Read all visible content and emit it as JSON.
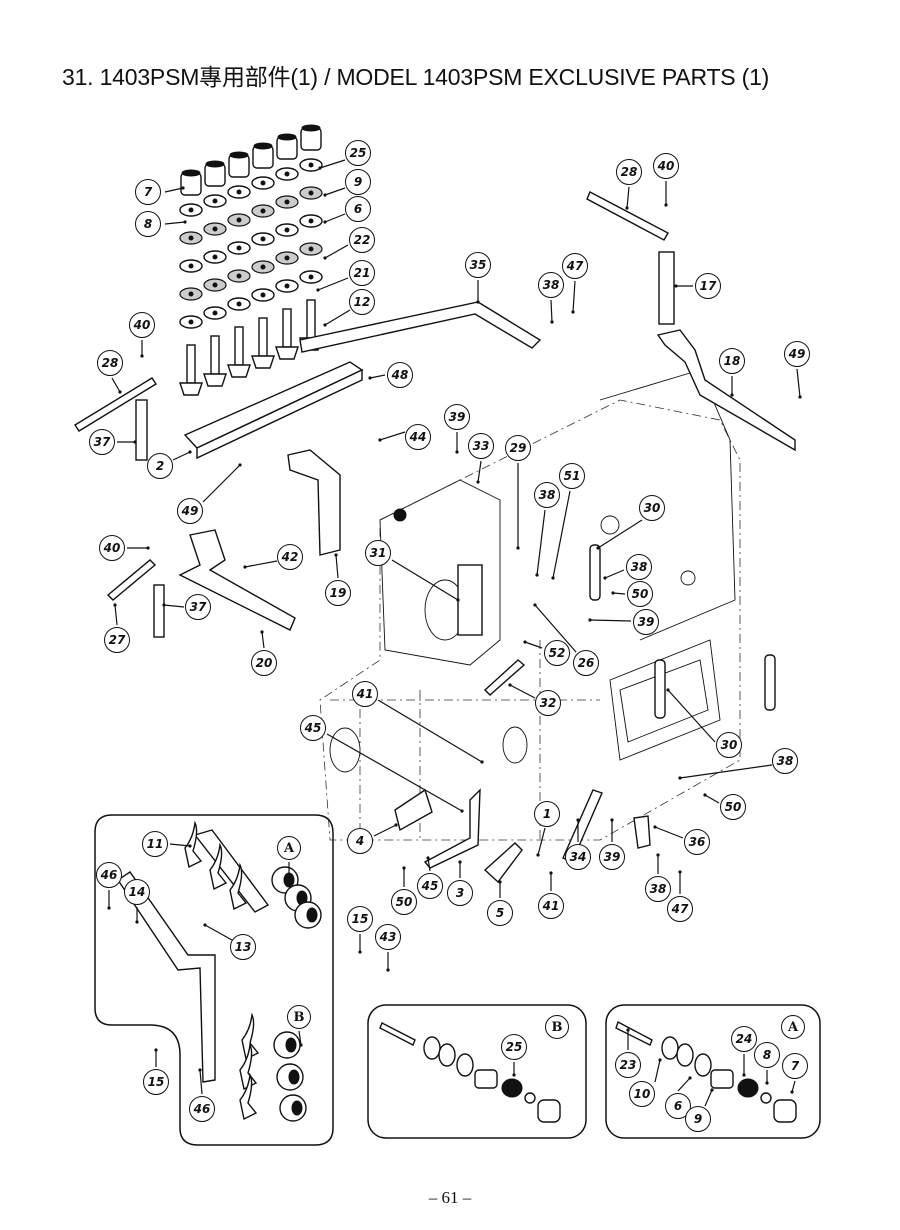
{
  "page": {
    "title": "31. 1403PSM專用部件(1) / MODEL 1403PSM EXCLUSIVE PARTS (1)",
    "page_number": "– 61 –"
  },
  "diagram": {
    "type": "exploded-parts-diagram",
    "subject": "Model 1403PSM exclusive parts (1)",
    "callouts": [
      {
        "id": "c7a",
        "label": "7"
      },
      {
        "id": "c8a",
        "label": "8"
      },
      {
        "id": "c25a",
        "label": "25"
      },
      {
        "id": "c9a",
        "label": "9"
      },
      {
        "id": "c6a",
        "label": "6"
      },
      {
        "id": "c22",
        "label": "22"
      },
      {
        "id": "c21",
        "label": "21"
      },
      {
        "id": "c12",
        "label": "12"
      },
      {
        "id": "c40a",
        "label": "40"
      },
      {
        "id": "c28a",
        "label": "28"
      },
      {
        "id": "c37a",
        "label": "37"
      },
      {
        "id": "c2",
        "label": "2"
      },
      {
        "id": "c48",
        "label": "48"
      },
      {
        "id": "c44",
        "label": "44"
      },
      {
        "id": "c49a",
        "label": "49"
      },
      {
        "id": "c40b",
        "label": "40"
      },
      {
        "id": "c42",
        "label": "42"
      },
      {
        "id": "c19",
        "label": "19"
      },
      {
        "id": "c27",
        "label": "27"
      },
      {
        "id": "c37b",
        "label": "37"
      },
      {
        "id": "c20",
        "label": "20"
      },
      {
        "id": "c35",
        "label": "35"
      },
      {
        "id": "c38a",
        "label": "38"
      },
      {
        "id": "c47a",
        "label": "47"
      },
      {
        "id": "c28b",
        "label": "28"
      },
      {
        "id": "c40c",
        "label": "40"
      },
      {
        "id": "c17",
        "label": "17"
      },
      {
        "id": "c18",
        "label": "18"
      },
      {
        "id": "c49b",
        "label": "49"
      },
      {
        "id": "c39a",
        "label": "39"
      },
      {
        "id": "c33",
        "label": "33"
      },
      {
        "id": "c29",
        "label": "29"
      },
      {
        "id": "c51",
        "label": "51"
      },
      {
        "id": "c38b",
        "label": "38"
      },
      {
        "id": "c30a",
        "label": "30"
      },
      {
        "id": "c38c",
        "label": "38"
      },
      {
        "id": "c50a",
        "label": "50"
      },
      {
        "id": "c31",
        "label": "31"
      },
      {
        "id": "c39b",
        "label": "39"
      },
      {
        "id": "c52",
        "label": "52"
      },
      {
        "id": "c26",
        "label": "26"
      },
      {
        "id": "c32",
        "label": "32"
      },
      {
        "id": "c41a",
        "label": "41"
      },
      {
        "id": "c45a",
        "label": "45"
      },
      {
        "id": "c30b",
        "label": "30"
      },
      {
        "id": "c38d",
        "label": "38"
      },
      {
        "id": "c50b",
        "label": "50"
      },
      {
        "id": "c36",
        "label": "36"
      },
      {
        "id": "c1",
        "label": "1"
      },
      {
        "id": "c4",
        "label": "4"
      },
      {
        "id": "c34",
        "label": "34"
      },
      {
        "id": "c39c",
        "label": "39"
      },
      {
        "id": "c38e",
        "label": "38"
      },
      {
        "id": "c47b",
        "label": "47"
      },
      {
        "id": "c50c",
        "label": "50"
      },
      {
        "id": "c45b",
        "label": "45"
      },
      {
        "id": "c3",
        "label": "3"
      },
      {
        "id": "c5",
        "label": "5"
      },
      {
        "id": "c41b",
        "label": "41"
      },
      {
        "id": "c15a",
        "label": "15"
      },
      {
        "id": "c43",
        "label": "43"
      },
      {
        "id": "c11",
        "label": "11"
      },
      {
        "id": "cA1",
        "label": "A"
      },
      {
        "id": "c46a",
        "label": "46"
      },
      {
        "id": "c14",
        "label": "14"
      },
      {
        "id": "c13",
        "label": "13"
      },
      {
        "id": "cB1",
        "label": "B"
      },
      {
        "id": "c15b",
        "label": "15"
      },
      {
        "id": "c46b",
        "label": "46"
      },
      {
        "id": "cB2",
        "label": "B"
      },
      {
        "id": "c25b",
        "label": "25"
      },
      {
        "id": "cA2",
        "label": "A"
      },
      {
        "id": "c23",
        "label": "23"
      },
      {
        "id": "c24",
        "label": "24"
      },
      {
        "id": "c8b",
        "label": "8"
      },
      {
        "id": "c7b",
        "label": "7"
      },
      {
        "id": "c10",
        "label": "10"
      },
      {
        "id": "c6b",
        "label": "6"
      },
      {
        "id": "c9b",
        "label": "9"
      }
    ],
    "insets": [
      {
        "id": "inset-tension-bracket",
        "labels": [
          "11",
          "A",
          "46",
          "14",
          "13",
          "B",
          "15",
          "46"
        ]
      },
      {
        "id": "inset-B",
        "labels": [
          "B",
          "25"
        ]
      },
      {
        "id": "inset-A",
        "labels": [
          "A",
          "23",
          "24",
          "8",
          "7",
          "10",
          "6",
          "9"
        ]
      }
    ]
  }
}
